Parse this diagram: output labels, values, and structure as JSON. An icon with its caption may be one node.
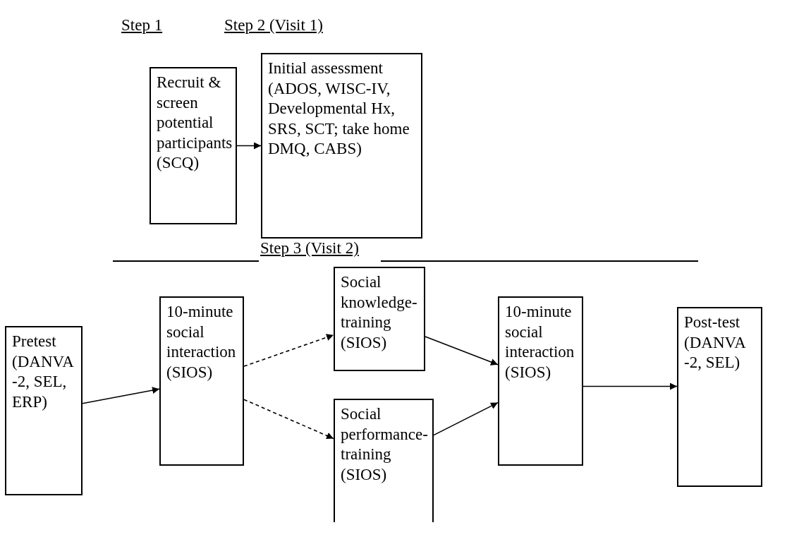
{
  "diagram": {
    "nodes": [
      {
        "text": [
          "Recruit & screen potential participants (SCQ)"
        ]
      },
      {
        "text": [
          "Initial assessment (ADOS, WISC-IV, Developmental Hx, SRS, SCT; take home DMQ, CABS)"
        ]
      },
      {
        "text": [
          "Pretest (DANVA -2, SEL, ERP)"
        ]
      },
      {
        "text": [
          "10-minute social interaction (SIOS)"
        ]
      },
      {
        "text": [
          "Social knowledge-training (SIOS)"
        ]
      },
      {
        "text": [
          "Social performance-training (SIOS)"
        ]
      },
      {
        "text": [
          "10-minute social interaction (SIOS)"
        ]
      },
      {
        "text": [
          "Post-test (DANVA -2, SEL)"
        ]
      }
    ],
    "edges": [
      {
        "from": 0,
        "to": 1,
        "arrow": "to"
      },
      {
        "from": 2,
        "to": 3,
        "arrow": "to"
      },
      {
        "from": 3,
        "to": 4,
        "arrow": "to",
        "style": "dashed"
      },
      {
        "from": 3,
        "to": 5,
        "arrow": "to",
        "style": "dashed"
      },
      {
        "from": 4,
        "to": 6,
        "arrow": "to"
      },
      {
        "from": 5,
        "to": 6,
        "arrow": "to"
      },
      {
        "from": 6,
        "to": 7,
        "arrow": "to"
      }
    ],
    "labels": [
      "Step 1",
      "Step 2 (Visit 1)",
      "Step 3 (Visit 2)"
    ]
  }
}
